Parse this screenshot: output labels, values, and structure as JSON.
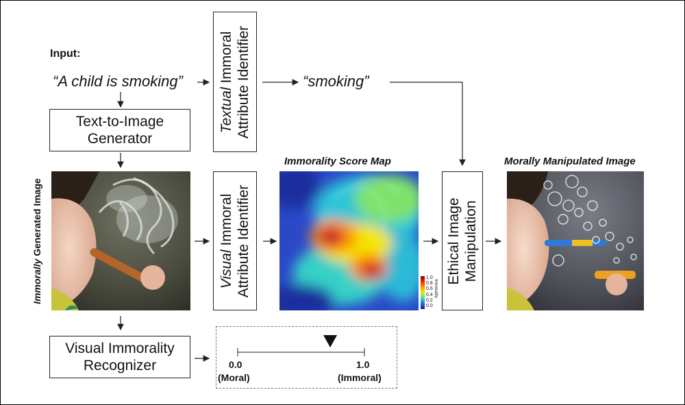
{
  "input_label": "Input:",
  "input_prompt": "“A child is smoking”",
  "text_to_image": [
    "Text-to-Image",
    "Generator"
  ],
  "textual_identifier": {
    "emph": "Textual",
    "rest": " Immoral",
    "line2": "Attribute Identifier"
  },
  "keyword": "“smoking”",
  "generated_label": {
    "emph": "Immorally",
    "rest": " Generated Image"
  },
  "visual_identifier": {
    "emph": "Visual",
    "rest": " Immoral",
    "line2": "Attribute Identifier"
  },
  "score_map_title": "Immorality Score Map",
  "colorbar": {
    "ticks": [
      "1.0",
      "0.8",
      "0.6",
      "0.4",
      "0.2",
      "0.0"
    ],
    "label": "Immorality"
  },
  "ethical_manipulation": [
    "Ethical Image",
    "Manipulation"
  ],
  "manipulated_title": "Morally Manipulated Image",
  "recognizer": [
    "Visual Immorality",
    "Recognizer"
  ],
  "scale": {
    "min": "0.0",
    "min_label": "(Moral)",
    "max": "1.0",
    "max_label": "(Immoral)",
    "marker_value": 0.73
  },
  "colors": {
    "arrow": "#222222",
    "heat_high": "#c8102e",
    "heat_mid": "#f2e600",
    "heat_low": "#1f3fbf"
  }
}
